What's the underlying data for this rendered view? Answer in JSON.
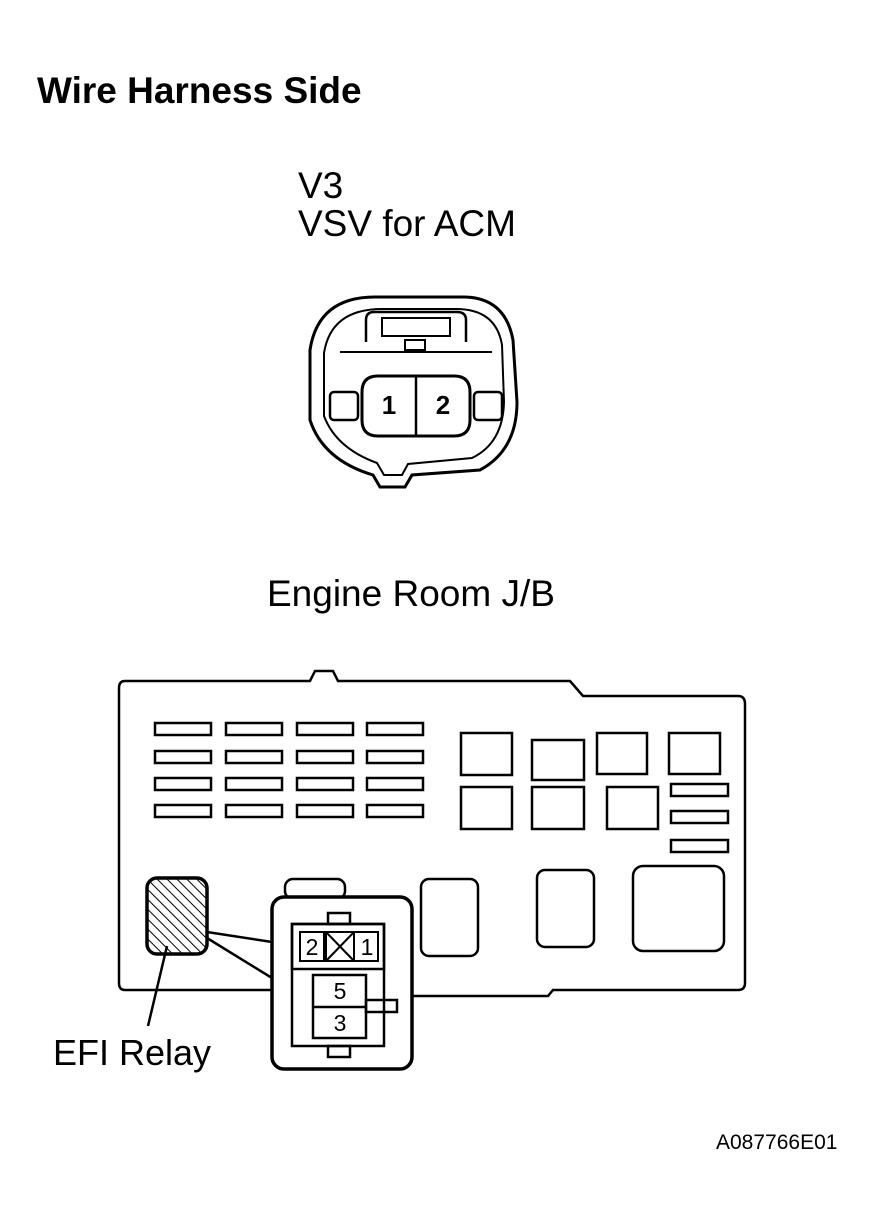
{
  "title": "Wire Harness Side",
  "v3_connector": {
    "id": "V3",
    "name": "VSV for ACM",
    "pins": [
      "1",
      "2"
    ]
  },
  "junction_block": {
    "title": "Engine Room J/B",
    "relay_pins": [
      "2",
      "1",
      "5",
      "3"
    ],
    "relay_label": "EFI Relay"
  },
  "figure_code": "A087766E01"
}
